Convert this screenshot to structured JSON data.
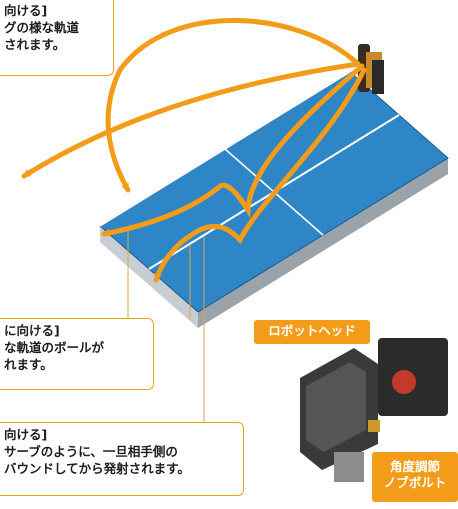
{
  "callouts": {
    "top": {
      "line1": "向ける]",
      "line2": "グの様な軌道",
      "line3": "されます。"
    },
    "mid": {
      "line1": "に向ける]",
      "line2": "な軌道のボールが",
      "line3": "れます。"
    },
    "bottom": {
      "line1": "向ける]",
      "line2": "サーブのように、一旦相手側の",
      "line3": "バウンドしてから発射されます。"
    }
  },
  "labels": {
    "robot_head": "ロボットヘッド",
    "angle_knob": "角度調節\nノブボルト"
  },
  "icons": {
    "trajectory": "orange-trajectory-arrow",
    "table": "ping-pong-table",
    "robot": "robot-launcher-icon"
  },
  "colors": {
    "accent": "#f29c19",
    "table": "#2f86c6",
    "table_side": "#c7cdd2"
  }
}
